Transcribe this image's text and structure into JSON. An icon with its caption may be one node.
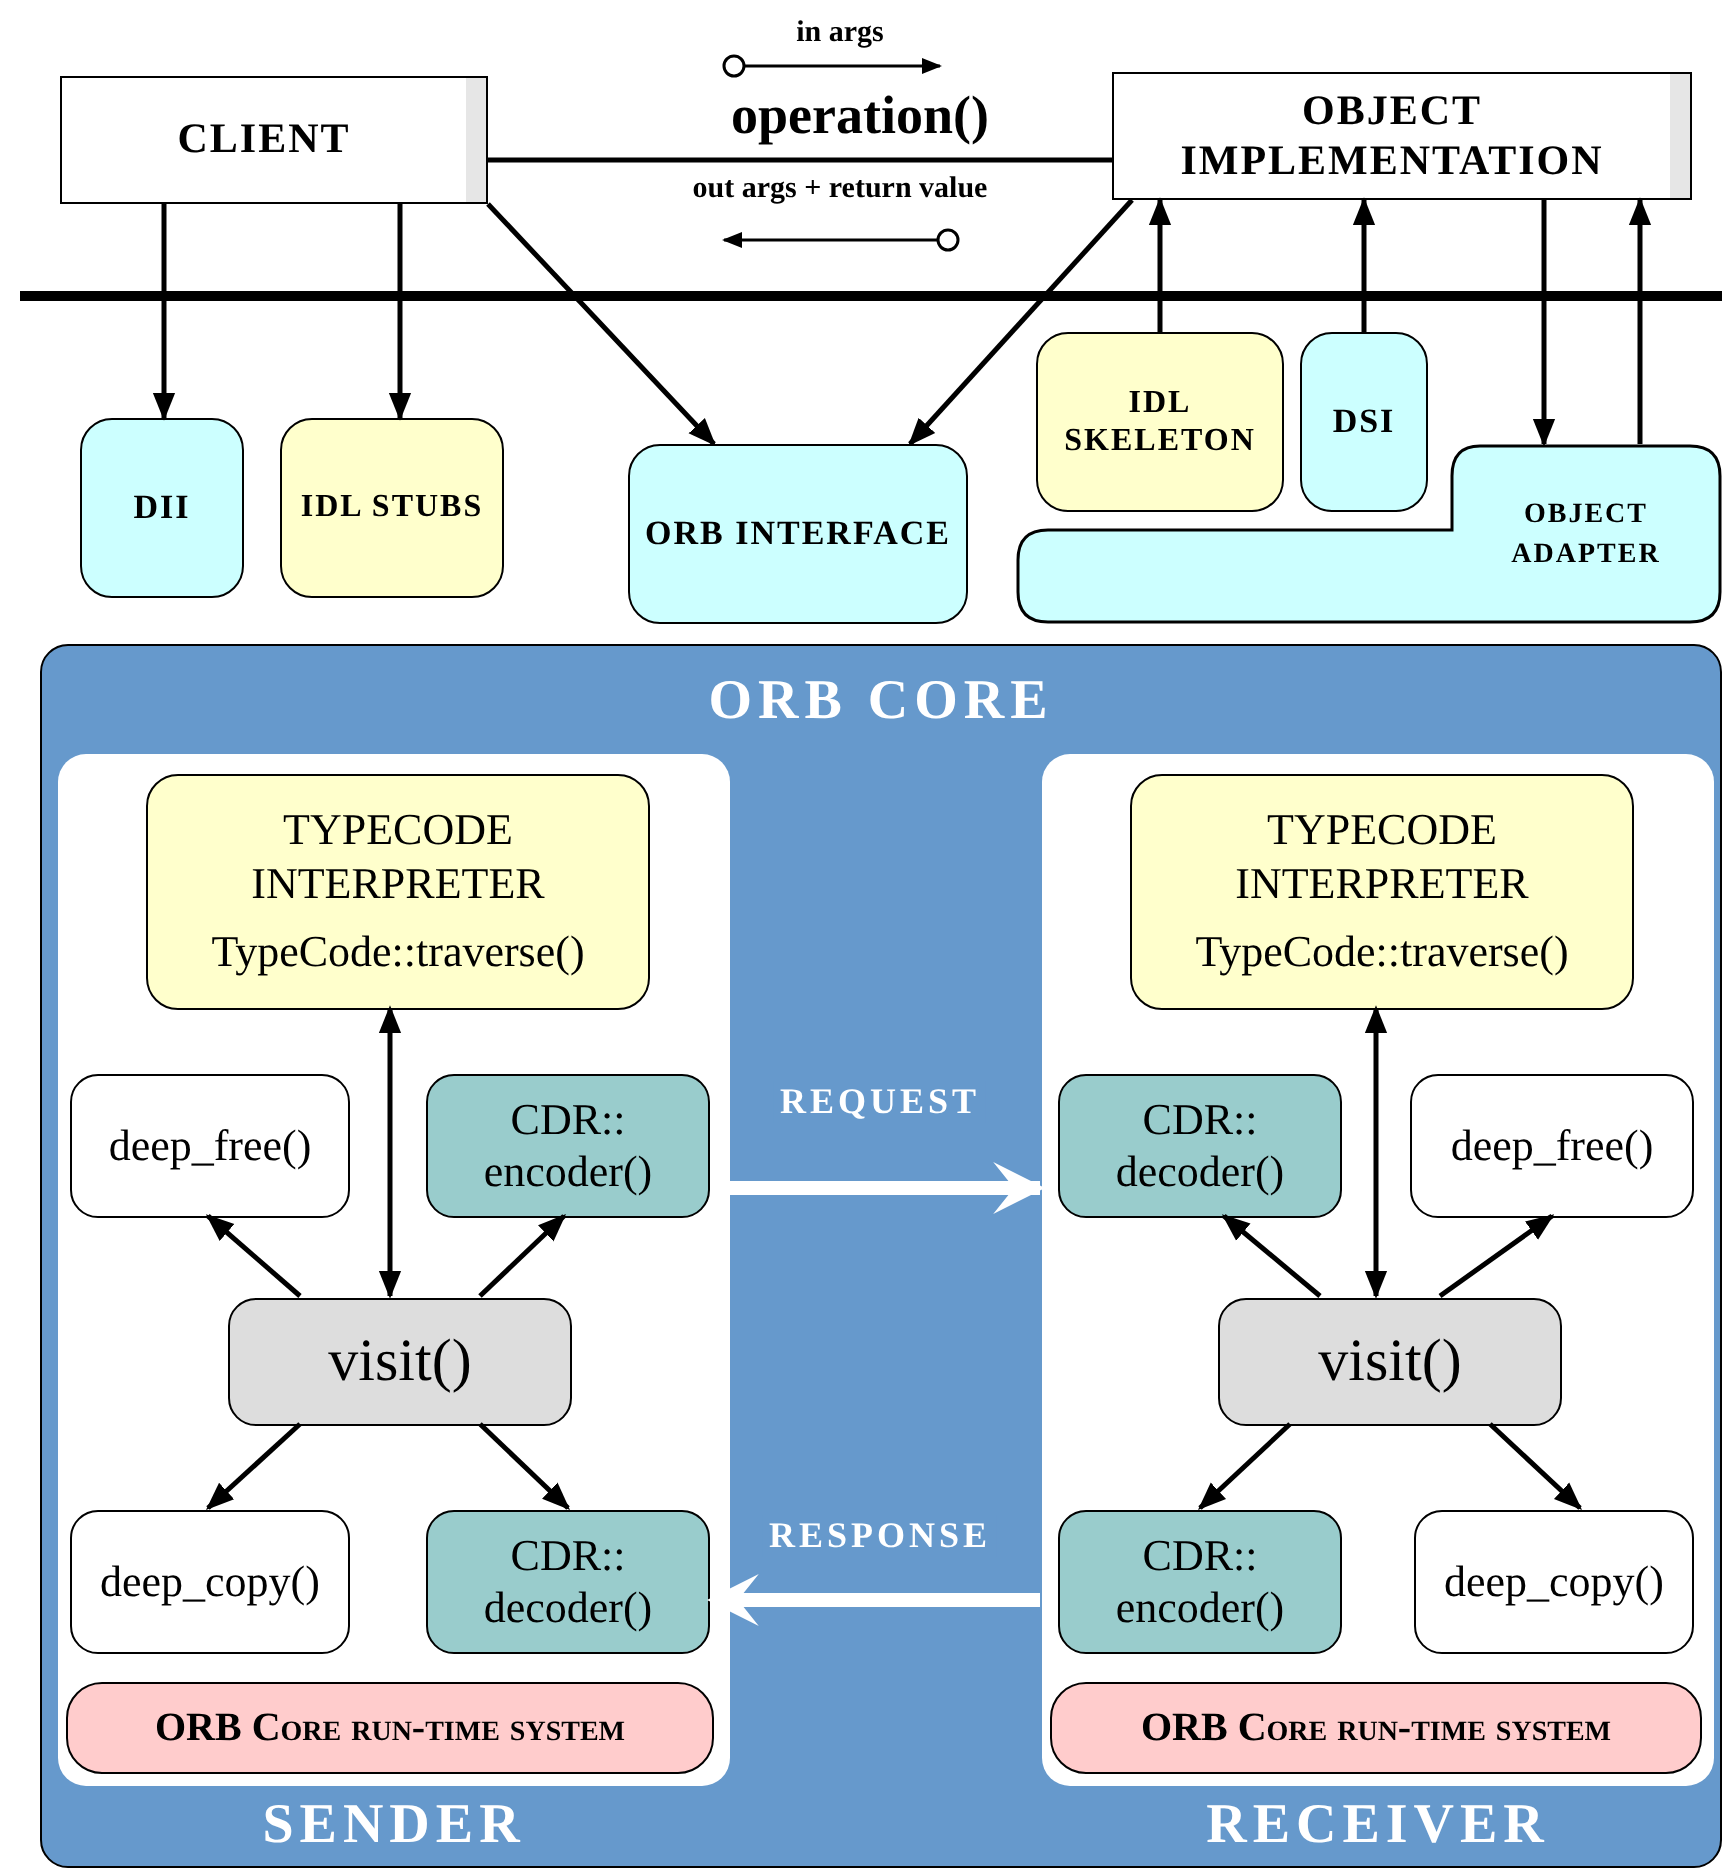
{
  "diagram": {
    "nodes": [
      {
        "text": [
          "CLIENT"
        ]
      },
      {
        "text": [
          "OBJECT IMPLEMENTATION"
        ]
      },
      {
        "text": [
          "DII"
        ]
      },
      {
        "text": [
          "IDL STUBS"
        ]
      },
      {
        "text": [
          "ORB INTERFACE"
        ]
      },
      {
        "text": [
          "IDL SKELETON"
        ]
      },
      {
        "text": [
          "DSI"
        ]
      },
      {
        "text": [
          "OBJECT ADAPTER"
        ]
      },
      {
        "text": [
          "ORB CORE"
        ]
      },
      {
        "text": [
          "SENDER"
        ],
        "in": 8
      },
      {
        "text": [
          "TYPECODE INTERPRETER",
          "TypeCode::traverse()"
        ],
        "in": 9
      },
      {
        "text": [
          "deep_free()"
        ],
        "in": 9
      },
      {
        "text": [
          "CDR:: encoder()"
        ],
        "in": 9
      },
      {
        "text": [
          "visit()"
        ],
        "in": 9
      },
      {
        "text": [
          "deep_copy()"
        ],
        "in": 9
      },
      {
        "text": [
          "CDR:: decoder()"
        ],
        "in": 9
      },
      {
        "text": [
          "ORB Core run-time system"
        ],
        "in": 9
      },
      {
        "text": [
          "RECEIVER"
        ],
        "in": 8
      },
      {
        "text": [
          "TYPECODE INTERPRETER",
          "TypeCode::traverse()"
        ],
        "in": 17
      },
      {
        "text": [
          "CDR:: decoder()"
        ],
        "in": 17
      },
      {
        "text": [
          "deep_free()"
        ],
        "in": 17
      },
      {
        "text": [
          "visit()"
        ],
        "in": 17
      },
      {
        "text": [
          "CDR:: encoder()"
        ],
        "in": 17
      },
      {
        "text": [
          "deep_copy()"
        ],
        "in": 17
      },
      {
        "text": [
          "ORB Core run-time system"
        ],
        "in": 17
      }
    ],
    "edges": [
      {
        "from": 0,
        "to": 1,
        "arrow": "none",
        "label": "operation()"
      },
      {
        "from": 0,
        "to": 2,
        "arrow": "to"
      },
      {
        "from": 0,
        "to": 3,
        "arrow": "to"
      },
      {
        "from": 0,
        "to": 4,
        "arrow": "to"
      },
      {
        "from": 1,
        "to": 4,
        "arrow": "to"
      },
      {
        "from": 5,
        "to": 1,
        "arrow": "to"
      },
      {
        "from": 6,
        "to": 1,
        "arrow": "to"
      },
      {
        "from": 1,
        "to": 7,
        "arrow": "to"
      },
      {
        "from": 7,
        "to": 1,
        "arrow": "to"
      },
      {
        "from": 13,
        "to": 10,
        "arrow": "both"
      },
      {
        "from": 13,
        "to": 11,
        "arrow": "to"
      },
      {
        "from": 13,
        "to": 12,
        "arrow": "to"
      },
      {
        "from": 13,
        "to": 14,
        "arrow": "to"
      },
      {
        "from": 13,
        "to": 15,
        "arrow": "to"
      },
      {
        "from": 12,
        "to": 19,
        "arrow": "to",
        "label": "REQUEST",
        "style": "thick",
        "color": "#ffffff"
      },
      {
        "from": 22,
        "to": 15,
        "arrow": "to",
        "label": "RESPONSE",
        "style": "thick",
        "color": "#ffffff"
      },
      {
        "from": 21,
        "to": 18,
        "arrow": "both"
      },
      {
        "from": 21,
        "to": 19,
        "arrow": "to"
      },
      {
        "from": 21,
        "to": 20,
        "arrow": "to"
      },
      {
        "from": 21,
        "to": 22,
        "arrow": "to"
      },
      {
        "from": 21,
        "to": 23,
        "arrow": "to"
      }
    ],
    "labels": [
      "in args",
      "out args + return value"
    ]
  }
}
